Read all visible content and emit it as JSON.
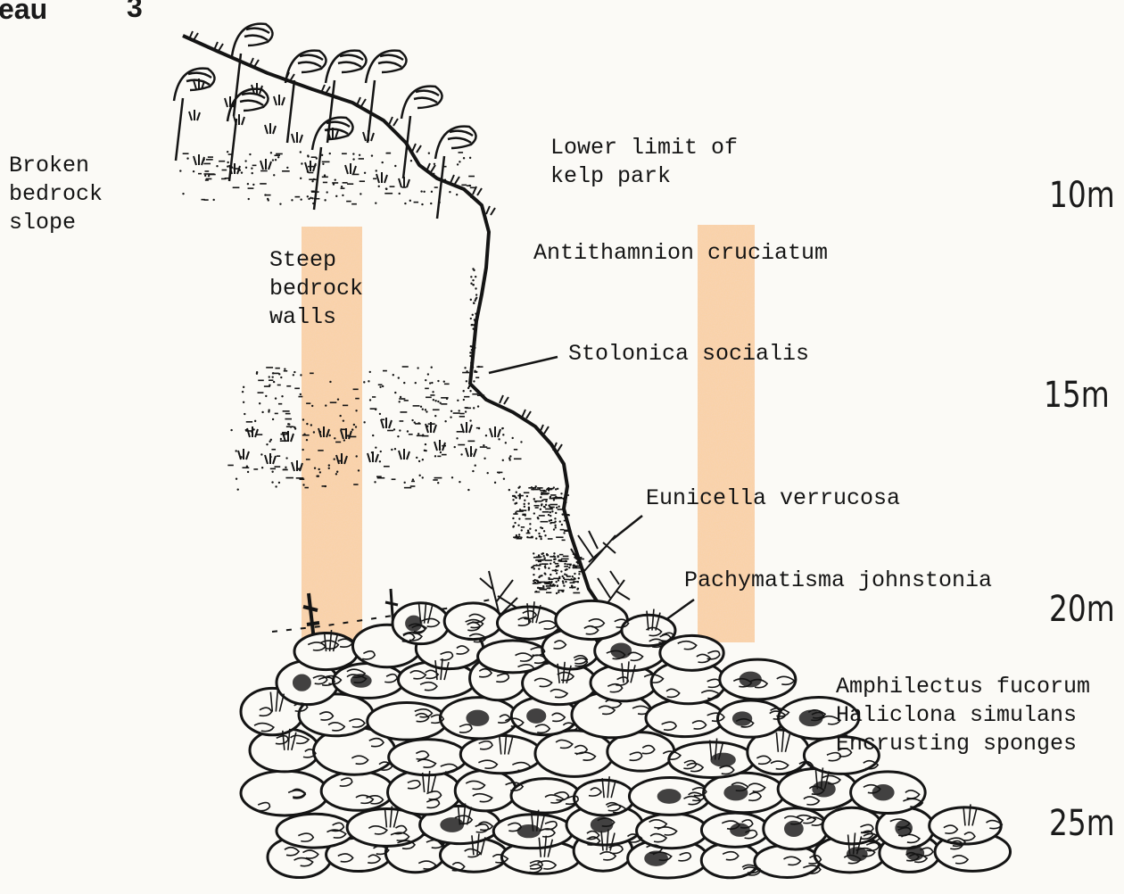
{
  "header": {
    "word": "eau",
    "number": "3"
  },
  "depths": [
    "10m",
    "15m",
    "20m",
    "25m"
  ],
  "labels": {
    "broken_bedrock": "Broken\nbedrock\nslope",
    "steep_walls": "Steep\nbedrock\nwalls",
    "kelp_limit": "Lower limit of\nkelp park",
    "antithamnion": "Antithamnion cruciatum",
    "stolonica": "Stolonica socialis",
    "eunicella": "Eunicella verrucosa",
    "pachymatisma": "Pachymatisma johnstonia",
    "boulder_species": "Amphilectus fucorum\nHaliclona simulans\nEncrusting sponges"
  },
  "colors": {
    "ink": "#141414",
    "paper": "#fbfaf6",
    "band": "#f4a35a"
  }
}
